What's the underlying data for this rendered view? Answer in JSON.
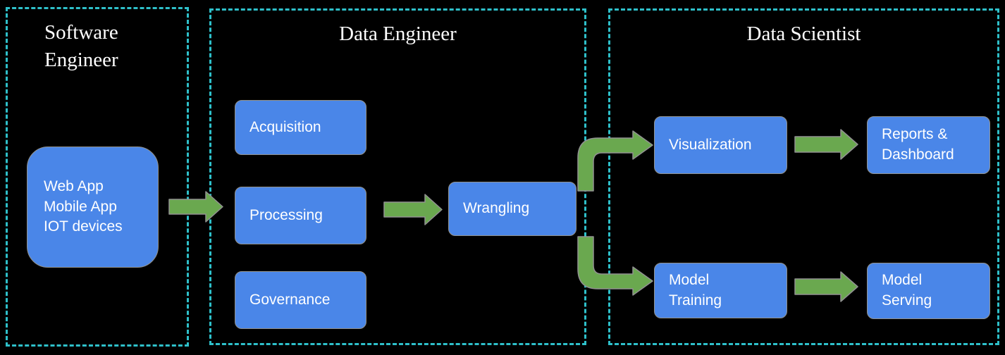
{
  "colors": {
    "bg": "#000000",
    "section-border": "#2ec0ca",
    "node-fill": "#4a86e8",
    "node-border": "#92928c",
    "arrow-fill": "#6aa84f",
    "arrow-stroke": "#919191",
    "text": "#ffffff"
  },
  "sections": {
    "software_engineer": {
      "title": "Software\nEngineer"
    },
    "data_engineer": {
      "title": "Data Engineer"
    },
    "data_scientist": {
      "title": "Data Scientist"
    }
  },
  "nodes": {
    "sources": {
      "label": "Web App\nMobile App\nIOT devices"
    },
    "acquisition": {
      "label": "Acquisition"
    },
    "processing": {
      "label": "Processing"
    },
    "governance": {
      "label": "Governance"
    },
    "wrangling": {
      "label": "Wrangling"
    },
    "visualization": {
      "label": "Visualization"
    },
    "reports": {
      "label": "Reports &\nDashboard"
    },
    "model_training": {
      "label": "Model\nTraining"
    },
    "model_serving": {
      "label": "Model\nServing"
    }
  },
  "connectors": [
    {
      "from": "sources",
      "to": "processing",
      "style": "straight"
    },
    {
      "from": "processing",
      "to": "wrangling",
      "style": "straight"
    },
    {
      "from": "wrangling",
      "to": "visualization",
      "style": "elbow-up"
    },
    {
      "from": "wrangling",
      "to": "model_training",
      "style": "elbow-down"
    },
    {
      "from": "visualization",
      "to": "reports",
      "style": "straight"
    },
    {
      "from": "model_training",
      "to": "model_serving",
      "style": "straight"
    }
  ]
}
